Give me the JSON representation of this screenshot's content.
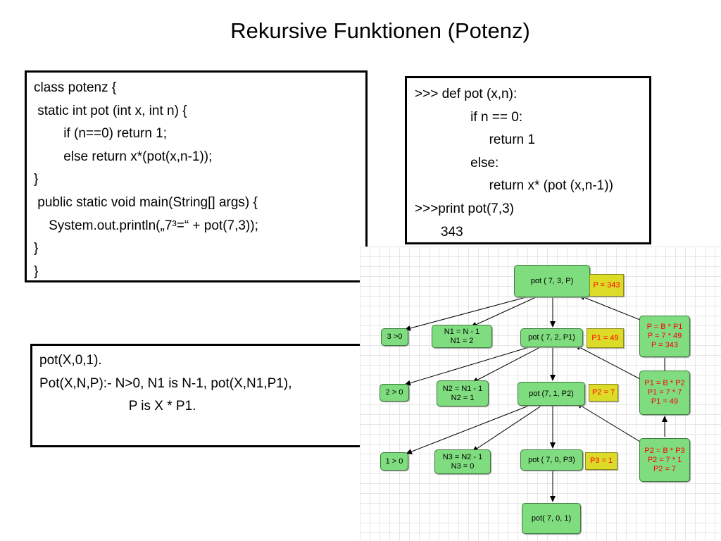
{
  "title": "Rekursive Funktionen (Potenz)",
  "java_code": [
    "class potenz {",
    " static int pot (int x, int n) {",
    "        if (n==0) return 1;",
    "        else return x*(pot(x,n-1));",
    "}",
    " public static void main(String[] args) {",
    "    System.out.println(„7³=“ + pot(7,3));",
    "}",
    "}"
  ],
  "python_code": [
    ">>> def pot (x,n):",
    "               if n == 0:",
    "                    return 1",
    "               else:",
    "                    return x* (pot (x,n-1))",
    ">>>print pot(7,3)",
    "       343"
  ],
  "prolog_code": [
    "pot(X,0,1).",
    "Pot(X,N,P):- N>0, N1 is N-1, pot(X,N1,P1),",
    "                        P is X * P1."
  ],
  "diagram": {
    "nodes": {
      "call_3": "pot ( 7, 3, P)",
      "res_3": "P = 343",
      "cond_3": "3 >0",
      "n1": [
        "N1 = N - 1",
        "N1 = 2"
      ],
      "call_2": "pot ( 7, 2, P1)",
      "res_2": "P1 = 49",
      "calc_p": [
        "P = B * P1",
        "P = 7 * 49",
        "P = 343"
      ],
      "cond_2": "2 > 0",
      "n2": [
        "N2 = N1 - 1",
        "N2 = 1"
      ],
      "call_1": "pot (7, 1, P2)",
      "res_1": "P2 = 7",
      "calc_p1": [
        "P1 = B * P2",
        "P1 = 7 * 7",
        "P1 = 49"
      ],
      "cond_1": "1 > 0",
      "n3": [
        "N3 = N2 - 1",
        "N3 = 0"
      ],
      "call_0": "pot ( 7, 0, P3)",
      "res_0": "P3 = 1",
      "calc_p2": [
        "P2 = B * P3",
        "P2 = 7 * 1",
        "P2 = 7"
      ],
      "base": "pot( 7, 0, 1)"
    },
    "colors": {
      "call_node": "#7fdc7f",
      "result_node": "#dcdc28",
      "result_text": "#ff0000",
      "grid": "#e6e6e6"
    }
  }
}
